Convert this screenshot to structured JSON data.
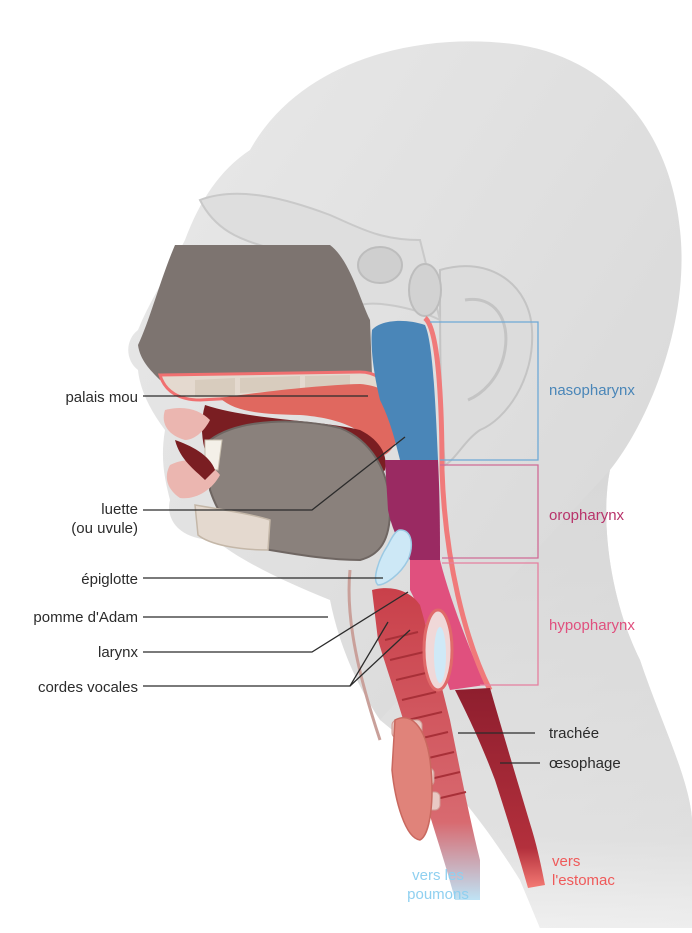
{
  "labels": {
    "palais_mou": "palais mou",
    "luette_line1": "luette",
    "luette_line2": "(ou uvule)",
    "epiglotte": "épiglotte",
    "pomme_adam": "pomme d'Adam",
    "larynx": "larynx",
    "cordes_vocales": "cordes vocales",
    "trachee": "trachée",
    "oesophage": "œsophage"
  },
  "regions": {
    "nasopharynx": {
      "label": "nasopharynx",
      "color": "#4a86b8"
    },
    "oropharynx": {
      "label": "oropharynx",
      "color": "#b8336a"
    },
    "hypopharynx": {
      "label": "hypopharynx",
      "color": "#e0507e"
    }
  },
  "destinations": {
    "poumons_line1": "vers les",
    "poumons_line2": "poumons",
    "poumons_color": "#8fd0f0",
    "estomac_line1": "vers",
    "estomac_line2": "l'estomac",
    "estomac_color": "#ef5a5a"
  }
}
